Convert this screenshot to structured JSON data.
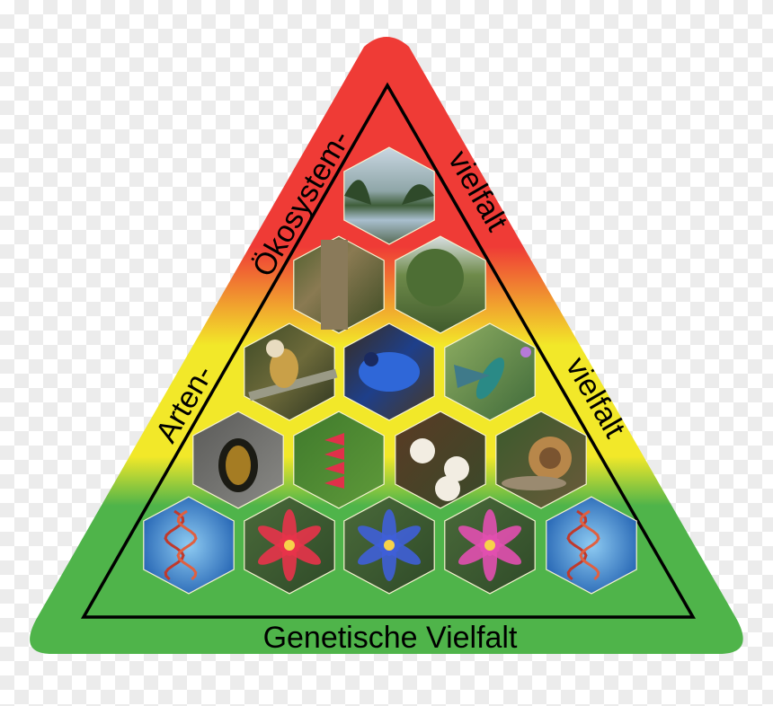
{
  "colors": {
    "top": "#ef3b36",
    "middle": "#f2e829",
    "bottom": "#4fb44a",
    "outline": "#000000"
  },
  "labels": {
    "ecosystem": "Ökosystem-",
    "ecosystem_suffix": "vielfalt",
    "species": "Arten-",
    "species_suffix": "vielfalt",
    "genetic": "Genetische Vielfalt"
  },
  "tiers": [
    {
      "name": "ecosystem",
      "photos": [
        {
          "icon": "river-forest-photo"
        },
        {
          "icon": "tree-trunk-photo"
        },
        {
          "icon": "forest-canopy-photo"
        }
      ]
    },
    {
      "name": "species",
      "photos": [
        {
          "icon": "squirrel-monkey-photo"
        },
        {
          "icon": "blue-frog-photo"
        },
        {
          "icon": "hummingbird-photo"
        },
        {
          "icon": "beetle-photo"
        },
        {
          "icon": "heliconia-photo"
        },
        {
          "icon": "white-flower-photo"
        },
        {
          "icon": "snail-photo"
        }
      ]
    },
    {
      "name": "genetic",
      "photos": [
        {
          "icon": "dna-helix-photo"
        },
        {
          "icon": "red-lily-photo"
        },
        {
          "icon": "blue-lily-photo"
        },
        {
          "icon": "pink-lily-photo"
        },
        {
          "icon": "dna-helix-photo"
        }
      ]
    }
  ]
}
